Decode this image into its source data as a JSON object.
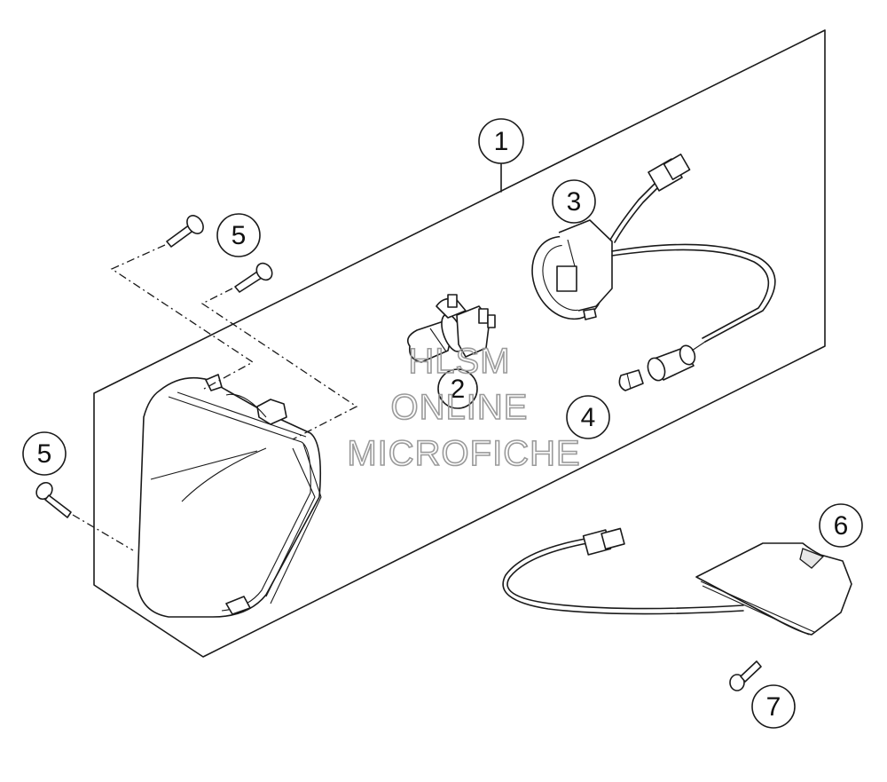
{
  "diagram": {
    "callouts": [
      {
        "id": "c1",
        "label": "1"
      },
      {
        "id": "c2",
        "label": "2"
      },
      {
        "id": "c3",
        "label": "3"
      },
      {
        "id": "c4",
        "label": "4"
      },
      {
        "id": "c5a",
        "label": "5"
      },
      {
        "id": "c5b",
        "label": "5"
      },
      {
        "id": "c6",
        "label": "6"
      },
      {
        "id": "c7",
        "label": "7"
      }
    ],
    "watermark": {
      "line1": "HLSM",
      "line2": "ONLINE",
      "line3": "MICROFICHE"
    }
  }
}
